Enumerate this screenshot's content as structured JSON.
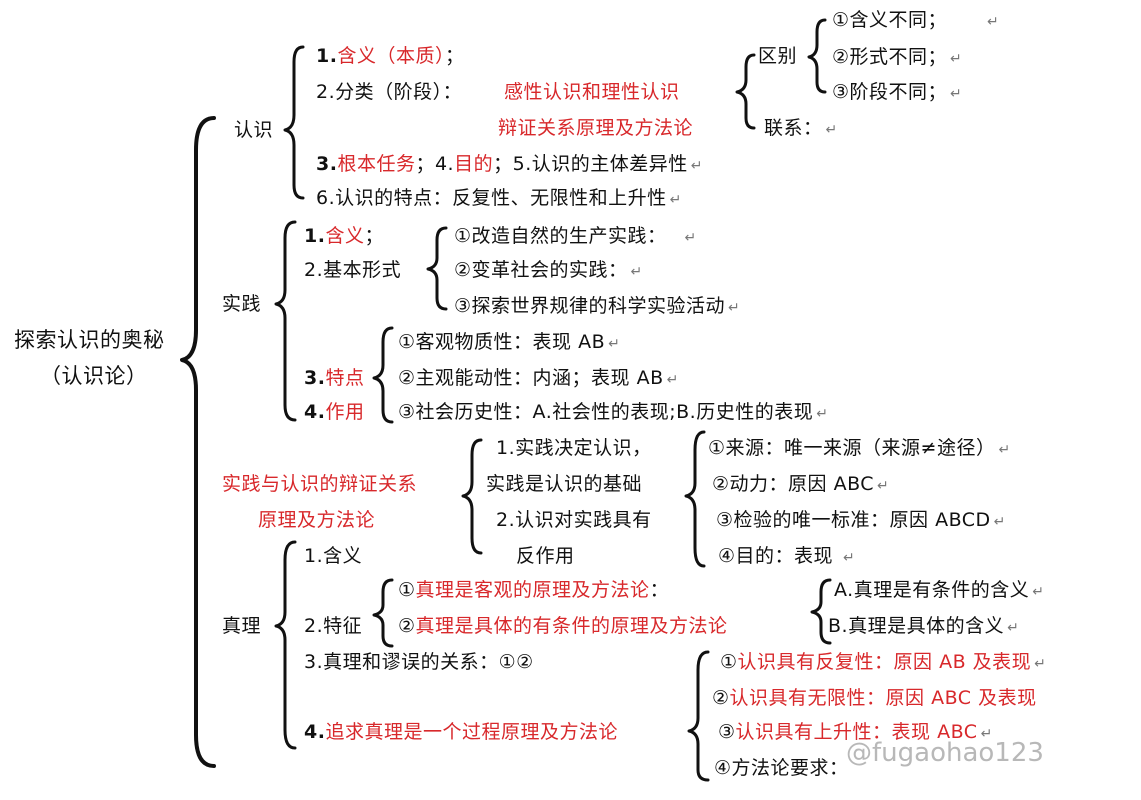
{
  "root": {
    "title": "探索认识的奥秘",
    "subtitle": "（认识论）"
  },
  "cognition": {
    "label": "认识",
    "i1_num": "1.",
    "i1_red": "含义（本质）",
    "i1_tail": "；",
    "i2": "2.分类（阶段）：",
    "i2_red1": "感性认识和理性认识",
    "i2_red2": "辩证关系原理及方法论",
    "diff_label": "区别",
    "diff1": "①含义不同；",
    "diff2": "②形式不同；",
    "diff3": "③阶段不同；",
    "link_label": "联系：",
    "i3_num": "3.",
    "i3_red": "根本任务",
    "i3_mid": "；4.",
    "i4_red": "目的",
    "i5": "；5.认识的主体差异性",
    "i6": "6.认识的特点：反复性、无限性和上升性"
  },
  "practice": {
    "label": "实践",
    "i1_num": "1.",
    "i1_red": "含义",
    "i1_tail": "；",
    "i2": "2.基本形式",
    "form1": "①改造自然的生产实践：",
    "form2": "②变革社会的实践：",
    "form3": "③探索世界规律的科学实验活动",
    "i3_num": "3.",
    "i3_red": "特点",
    "i4_num": "4.",
    "i4_red": "作用",
    "feat1": "①客观物质性：表现 AB",
    "feat2": "②主观能动性：内涵；表现 AB",
    "feat3": "③社会历史性：A.社会性的表现;B.历史性的表现"
  },
  "relation": {
    "label1": "实践与认识的辩证关系",
    "label2": "原理及方法论",
    "p1a": "1.实践决定认识，",
    "p1b": "实践是认识的基础",
    "p2a": "2.认识对实践具有",
    "p2b": "反作用",
    "r1": "①来源：唯一来源（来源≠途径）",
    "r2": "②动力：原因 ABC",
    "r3": "③检验的唯一标准：原因 ABCD",
    "r4": "④目的：表现"
  },
  "truth": {
    "label": "真理",
    "i1": "1.含义",
    "i2": "2.特征",
    "f1_pre": "①",
    "f1_red": "真理是客观的原理及方法论",
    "f1_tail": "：",
    "f2_pre": "②",
    "f2_red": "真理是具体的有条件的原理及方法论",
    "fa": "A.真理是有条件的含义",
    "fb": "B.真理是具体的含义",
    "i3": "3.真理和谬误的关系：①②",
    "i4_num": "4.",
    "i4_red": "追求真理是一个过程原理及方法论",
    "s1_pre": "①",
    "s1_red": "认识具有反复性：原因 AB 及表现",
    "s2_pre": "②",
    "s2_red": "认识具有无限性：原因 ABC 及表现",
    "s3_pre": "③",
    "s3_red": "认识具有上升性：表现 ABC",
    "s4": "④方法论要求："
  },
  "watermark": "@fugaohao123",
  "return_mark": "↵"
}
